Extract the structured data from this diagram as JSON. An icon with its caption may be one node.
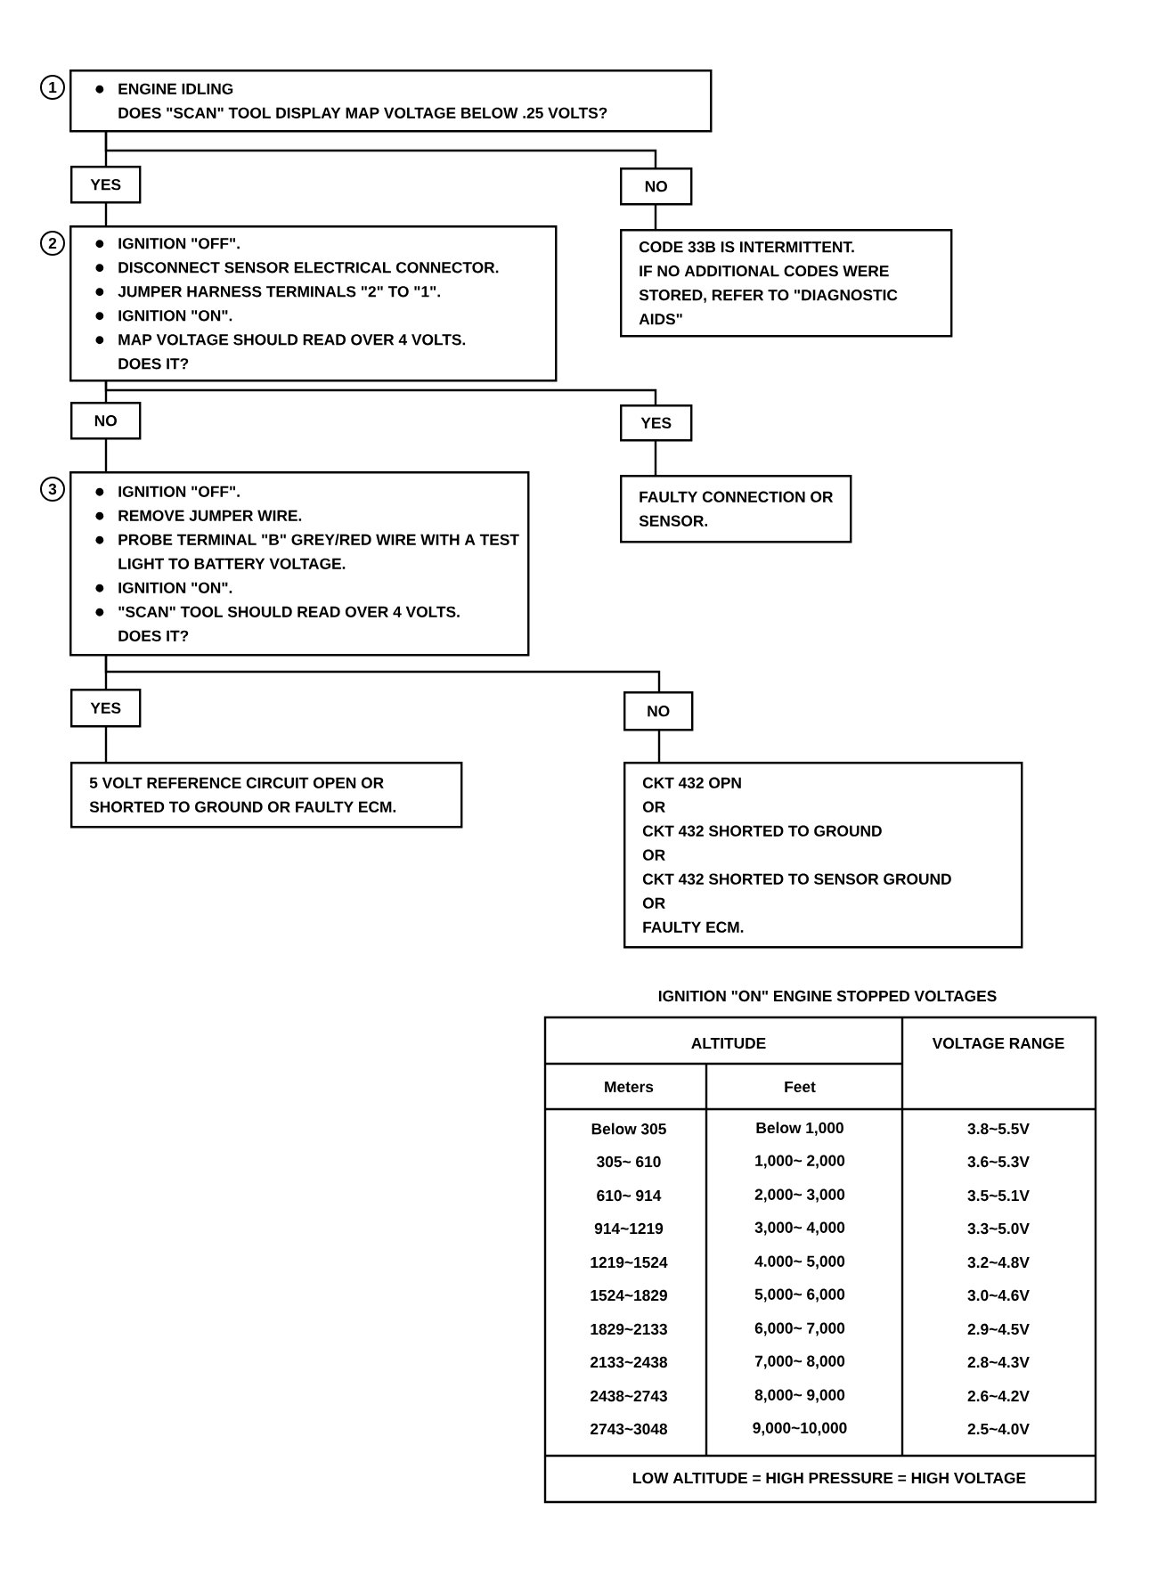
{
  "diagram": {
    "nodes": [
      {
        "text": [
          "ENGINE IDLING",
          "DOES \"SCAN\" TOOL DISPLAY MAP VOLTAGE BELOW .25 VOLTS?"
        ],
        "beside": [
          "1"
        ]
      },
      {
        "text": [
          "YES"
        ]
      },
      {
        "text": [
          "NO"
        ]
      },
      {
        "text": [
          "IGNITION \"OFF\".",
          "DISCONNECT SENSOR ELECTRICAL CONNECTOR.",
          "JUMPER HARNESS TERMINALS \"2\" TO \"1\".",
          "IGNITION \"ON\".",
          "MAP VOLTAGE SHOULD READ OVER 4 VOLTS.",
          "DOES IT?"
        ],
        "beside": [
          "2"
        ]
      },
      {
        "text": [
          "CODE 33B IS INTERMITTENT.",
          "IF NO ADDITIONAL CODES WERE STORED, REFER TO \"DIAGNOSTIC AIDS\""
        ]
      },
      {
        "text": [
          "NO"
        ]
      },
      {
        "text": [
          "YES"
        ]
      },
      {
        "text": [
          "IGNITION \"OFF\".",
          "REMOVE JUMPER WIRE.",
          "PROBE TERMINAL \"B\" GREY/RED WIRE WITH A TEST LIGHT TO BATTERY VOLTAGE.",
          "IGNITION \"ON\".",
          "\"SCAN\" TOOL SHOULD READ OVER 4 VOLTS.",
          "DOES IT?"
        ],
        "beside": [
          "3"
        ]
      },
      {
        "text": [
          "FAULTY CONNECTION OR SENSOR."
        ]
      },
      {
        "text": [
          "YES"
        ]
      },
      {
        "text": [
          "NO"
        ]
      },
      {
        "text": [
          "5 VOLT REFERENCE CIRCUIT OPEN OR SHORTED TO GROUND OR FAULTY ECM."
        ]
      },
      {
        "text": [
          "CKT 432 OPN",
          "OR",
          "CKT 432 SHORTED TO GROUND",
          "OR",
          "CKT 432 SHORTED TO SENSOR GROUND",
          "OR",
          "FAULTY ECM."
        ]
      }
    ],
    "edges": [
      {
        "from": 0,
        "to": 1,
        "arrow": "none"
      },
      {
        "from": 0,
        "to": 2,
        "arrow": "none"
      },
      {
        "from": 1,
        "to": 3,
        "arrow": "none"
      },
      {
        "from": 2,
        "to": 4,
        "arrow": "none"
      },
      {
        "from": 3,
        "to": 5,
        "arrow": "none"
      },
      {
        "from": 3,
        "to": 6,
        "arrow": "none"
      },
      {
        "from": 5,
        "to": 7,
        "arrow": "none"
      },
      {
        "from": 6,
        "to": 8,
        "arrow": "none"
      },
      {
        "from": 7,
        "to": 9,
        "arrow": "none"
      },
      {
        "from": 7,
        "to": 10,
        "arrow": "none"
      },
      {
        "from": 9,
        "to": 11,
        "arrow": "none"
      },
      {
        "from": 10,
        "to": 12,
        "arrow": "none"
      }
    ],
    "labels": [
      "IGNITION \"ON\" ENGINE STOPPED VOLTAGES",
      "ALTITUDE",
      "VOLTAGE RANGE",
      "Meters",
      "Feet",
      "Below 305",
      "Below 1,000",
      "3.8~5.5V",
      "305~ 610",
      "1,000~ 2,000",
      "3.6~5.3V",
      "610~ 914",
      "2,000~ 3,000",
      "3.5~5.1V",
      "914~1219",
      "3,000~ 4,000",
      "3.3~5.0V",
      "1219~1524",
      "4.000~ 5,000",
      "3.2~4.8V",
      "1524~1829",
      "5,000~ 6,000",
      "3.0~4.6V",
      "1829~2133",
      "6,000~ 7,000",
      "2.9~4.5V",
      "2133~2438",
      "7,000~ 8,000",
      "2.8~4.3V",
      "2438~2743",
      "8,000~ 9,000",
      "2.6~4.2V",
      "2743~3048",
      "9,000~10,000",
      "2.5~4.0V",
      "LOW ALTITUDE = HIGH PRESSURE = HIGH VOLTAGE"
    ]
  }
}
